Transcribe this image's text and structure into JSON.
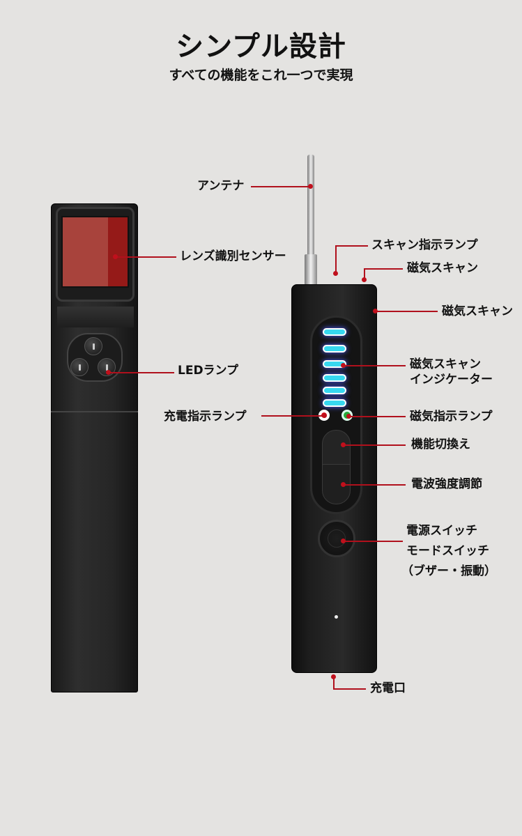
{
  "header": {
    "title": "シンプル設計",
    "subtitle": "すべての機能をこれ一つで実現"
  },
  "left_device": {
    "labels": {
      "lens_sensor": "レンズ識別センサー",
      "led_lamp": "LEDランプ"
    }
  },
  "right_device": {
    "labels": {
      "antenna": "アンテナ",
      "scan_indicator": "スキャン指示ランプ",
      "magnetic_scan_top": "磁気スキャン",
      "magnetic_scan_side": "磁気スキャン",
      "indicator_line1": "磁気スキャン",
      "indicator_line2": "インジケーター",
      "charge_indicator": "充電指示ランプ",
      "magnetic_indicator": "磁気指示ランプ",
      "function_switch": "機能切換え",
      "signal_adjust": "電波強度調節",
      "power_line1": "電源スイッチ",
      "power_line2": "モードスイッチ",
      "power_line3": "（ブザー・振動）",
      "charge_port": "充電口"
    },
    "indicator_bars_lit": 6,
    "colors": {
      "indicator": "#37d8ef",
      "callout": "#b0101c",
      "lens": "#a8433c"
    }
  }
}
